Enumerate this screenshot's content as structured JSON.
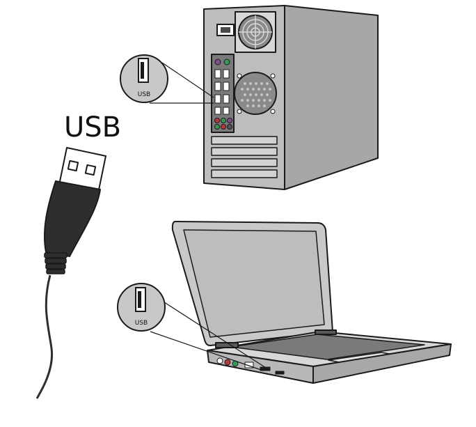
{
  "labels": {
    "main": "USB",
    "desktop_callout": "USB",
    "laptop_callout": "USB"
  },
  "colors": {
    "outline": "#1a1a1a",
    "tower_side": "#a7a7a9",
    "tower_back": "#bdbdbf",
    "panel_dark": "#6d6d70",
    "callout_fill": "#c8c8ca",
    "laptop_body": "#c9c9cb",
    "screen": "#bdbdbe",
    "cable": "#2e2e30",
    "port_purple": "#7d4f8e",
    "port_green": "#3a9a55",
    "port_red": "#b8383a"
  }
}
